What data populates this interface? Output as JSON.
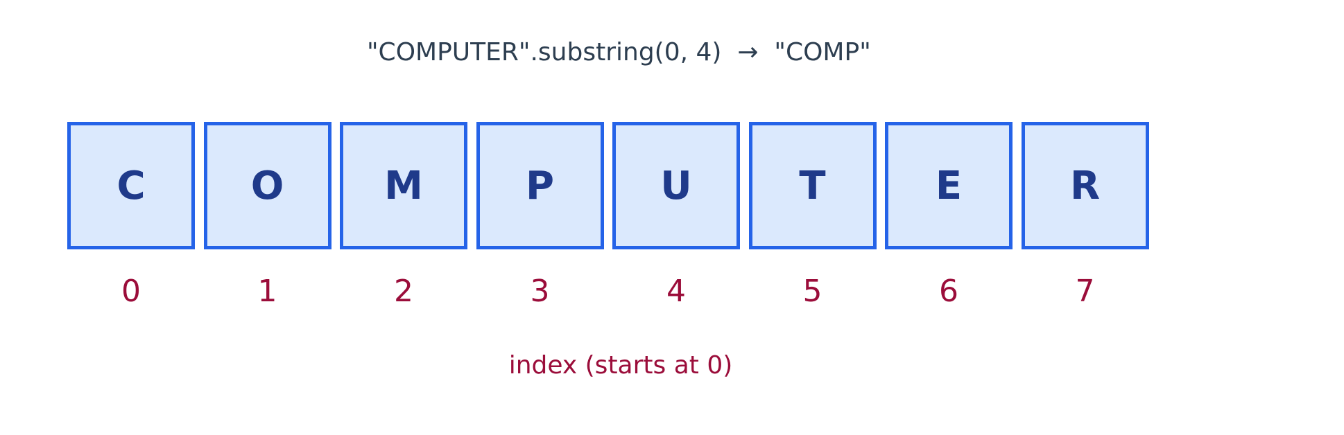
{
  "caption": "\"COMPUTER\".substring(0, 4)  →  \"COMP\"",
  "characters": [
    "C",
    "O",
    "M",
    "P",
    "U",
    "T",
    "E",
    "R"
  ],
  "indices": [
    "0",
    "1",
    "2",
    "3",
    "4",
    "5",
    "6",
    "7"
  ],
  "index_label": "index (starts at 0)",
  "colors": {
    "cell_fill": "#dbe9fd",
    "cell_border": "#2563e8",
    "char_text": "#1f3a8a",
    "index_text": "#9b0d3a",
    "caption_text": "#2d3e50"
  }
}
